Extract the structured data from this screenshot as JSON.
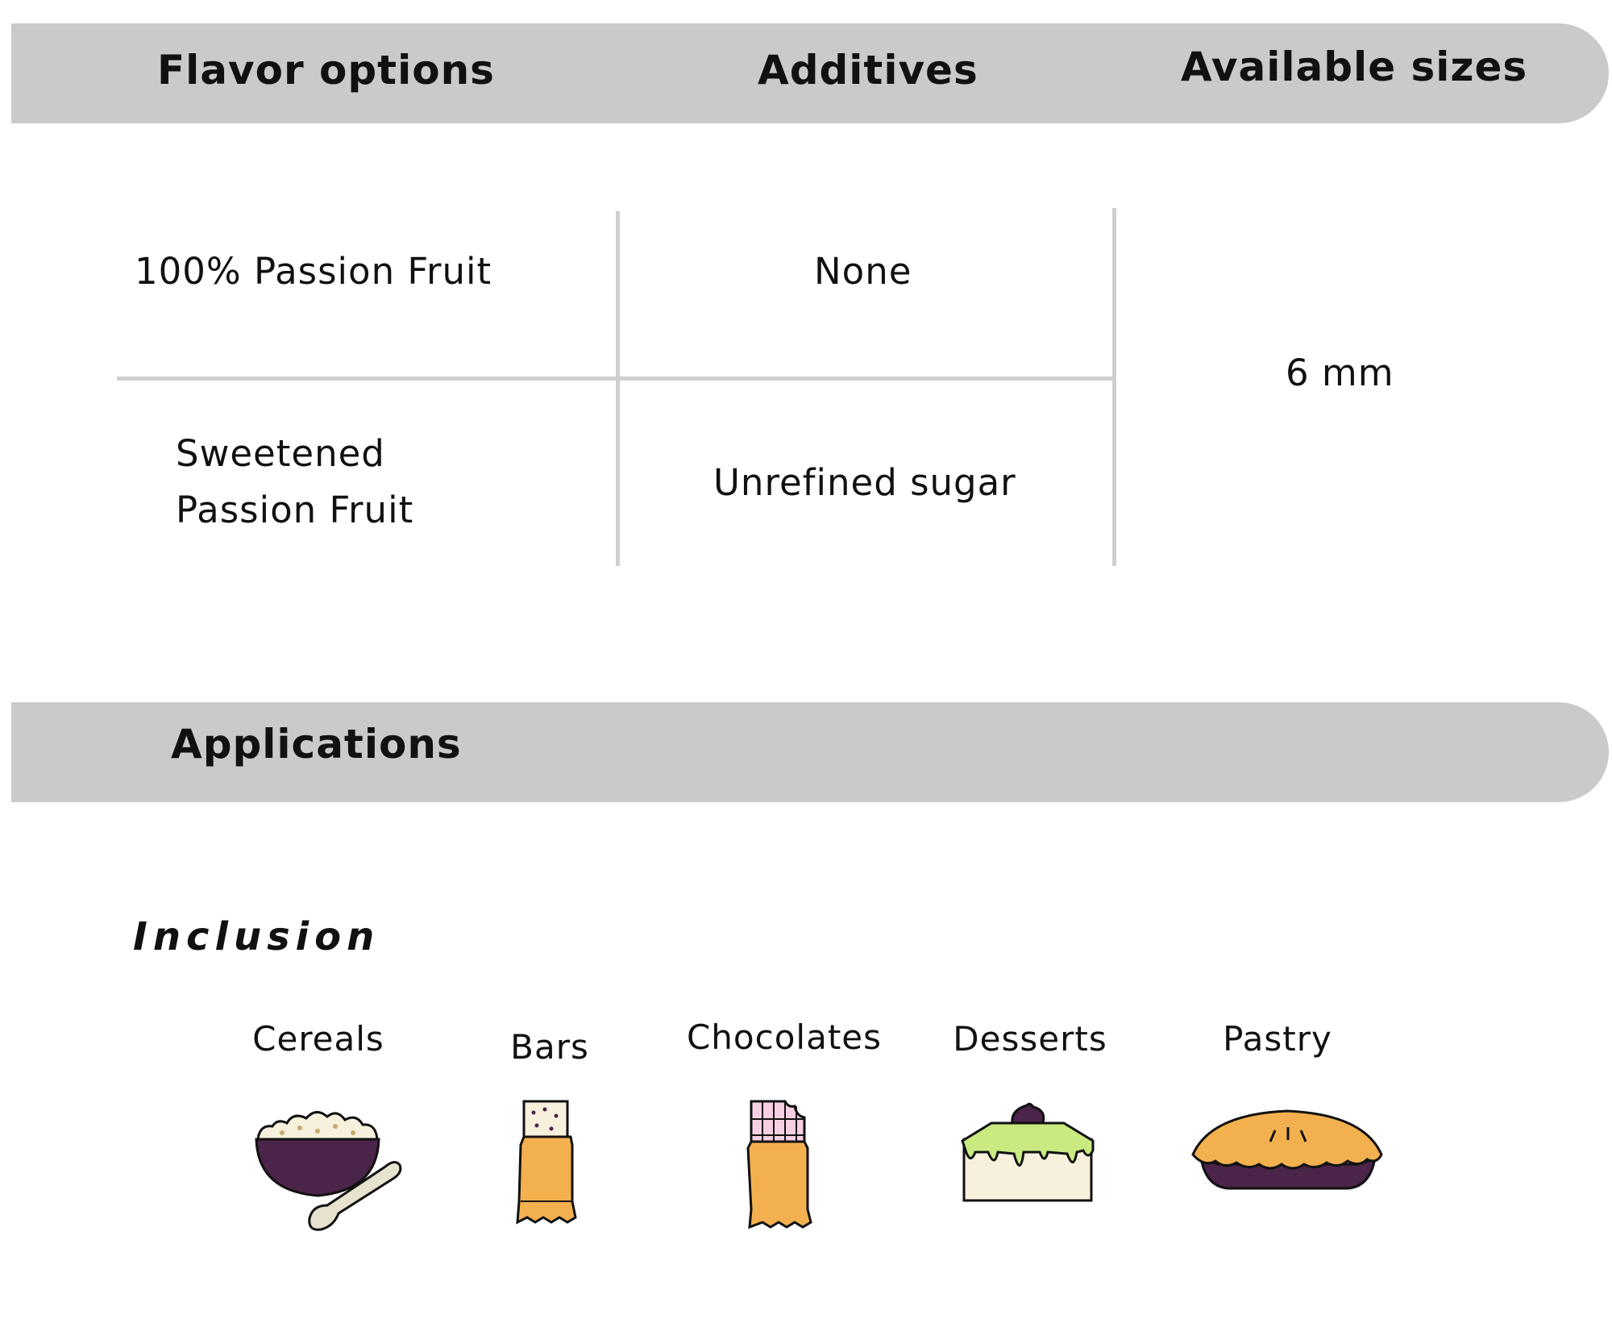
{
  "specs_table": {
    "headers": {
      "flavor": "Flavor options",
      "additives": "Additives",
      "sizes": "Available sizes"
    },
    "rows": [
      {
        "flavor": "100% Passion Fruit",
        "additive": "None"
      },
      {
        "flavor_line1": "Sweetened",
        "flavor_line2": "Passion Fruit",
        "additive": "Unrefined sugar"
      }
    ],
    "size": "6 mm"
  },
  "applications": {
    "title": "Applications",
    "subtitle": "Inclusion",
    "items": [
      {
        "label": "Cereals",
        "icon": "cereal-bowl-icon"
      },
      {
        "label": "Bars",
        "icon": "snack-bar-icon"
      },
      {
        "label": "Chocolates",
        "icon": "chocolate-bar-icon"
      },
      {
        "label": "Desserts",
        "icon": "cake-slice-icon"
      },
      {
        "label": "Pastry",
        "icon": "pie-icon"
      }
    ]
  },
  "colors": {
    "header_bar": "#cacaca",
    "divider": "#cfcfcf",
    "plum": "#4a2449",
    "orange": "#f3b04f",
    "lime": "#c9ea80",
    "cream": "#f6f0dc",
    "pink": "#f7cfe2"
  }
}
